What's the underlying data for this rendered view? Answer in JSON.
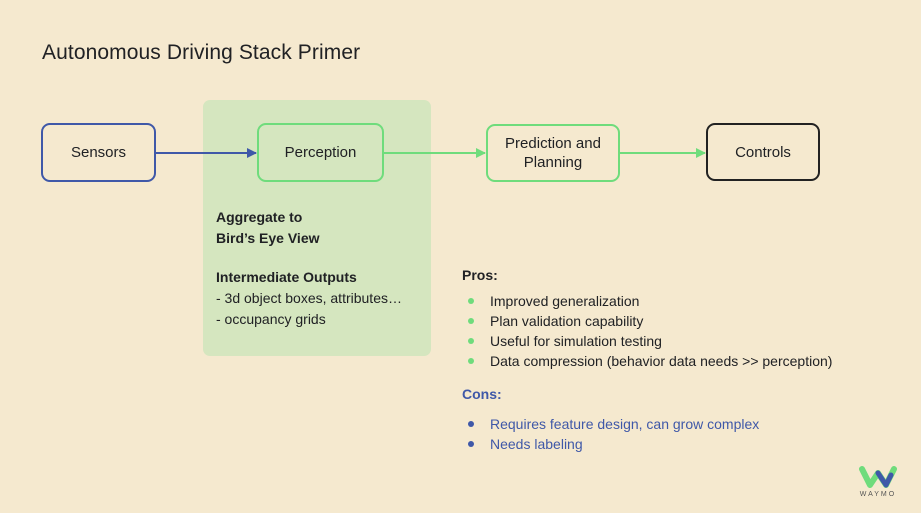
{
  "title": "Autonomous Driving Stack Primer",
  "colors": {
    "background": "#f5e9cf",
    "panel": "#d5e6bf",
    "green": "#6fdc7c",
    "blue": "#3f58a8",
    "dark": "#222222"
  },
  "nodes": {
    "sensors": "Sensors",
    "perception": "Perception",
    "planning": "Prediction and Planning",
    "controls": "Controls"
  },
  "panel": {
    "aggregate_line1": "Aggregate to",
    "aggregate_line2": "Bird’s Eye View",
    "outputs_heading": "Intermediate Outputs",
    "outputs": [
      "- 3d object boxes, attributes…",
      "- occupancy grids"
    ]
  },
  "pros": {
    "heading": "Pros:",
    "items": [
      "Improved generalization",
      "Plan validation capability",
      "Useful for simulation testing",
      "Data compression (behavior data needs >> perception)"
    ]
  },
  "cons": {
    "heading": "Cons:",
    "items": [
      "Requires feature design, can grow complex",
      "Needs labeling"
    ]
  },
  "logo": {
    "icon": "waymo-w-icon",
    "text": "WAYMO"
  }
}
